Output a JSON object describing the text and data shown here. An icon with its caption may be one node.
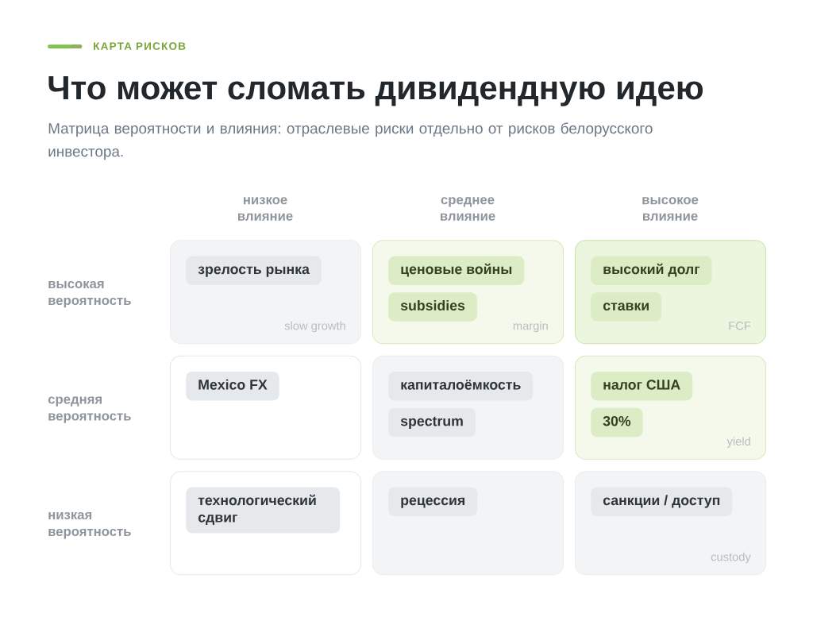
{
  "diagram": {
    "title": "Что может сломать дивидендную идею",
    "nodes": [
      {
        "text": [
          "slow growth"
        ]
      },
      {
        "text": [
          "зрелость рынка"
        ],
        "in": 0
      },
      {
        "text": [
          "margin"
        ]
      },
      {
        "text": [
          "ценовые войны"
        ],
        "in": 2
      },
      {
        "text": [
          "subsidies"
        ],
        "in": 2
      },
      {
        "text": [
          "FCF"
        ]
      },
      {
        "text": [
          "высокий долг"
        ],
        "in": 5
      },
      {
        "text": [
          "ставки"
        ],
        "in": 5
      },
      {
        "text": [],
        "shape": "box"
      },
      {
        "text": [
          "Mexico FX"
        ],
        "in": 8
      },
      {
        "text": [],
        "shape": "box"
      },
      {
        "text": [
          "капиталоёмкость"
        ],
        "in": 10
      },
      {
        "text": [
          "spectrum"
        ],
        "in": 10
      },
      {
        "text": [
          "yield"
        ]
      },
      {
        "text": [
          "налог США"
        ],
        "in": 13
      },
      {
        "text": [
          "30%"
        ],
        "in": 13
      },
      {
        "text": [],
        "shape": "box"
      },
      {
        "text": [
          "технологический сдвиг"
        ],
        "in": 16
      },
      {
        "text": [],
        "shape": "box"
      },
      {
        "text": [
          "рецессия"
        ],
        "in": 18
      },
      {
        "text": [
          "custody"
        ]
      },
      {
        "text": [
          "санкции / доступ"
        ],
        "in": 20
      }
    ],
    "labels": [
      "КАРТА РИСКОВ",
      "Матрица вероятности и влияния: отраслевые риски отдельно от рисков белорусского инвестора.",
      "низкое влияние",
      "среднее влияние",
      "высокое влияние",
      "высокая вероятность",
      "средняя вероятность",
      "низкая вероятность"
    ]
  }
}
